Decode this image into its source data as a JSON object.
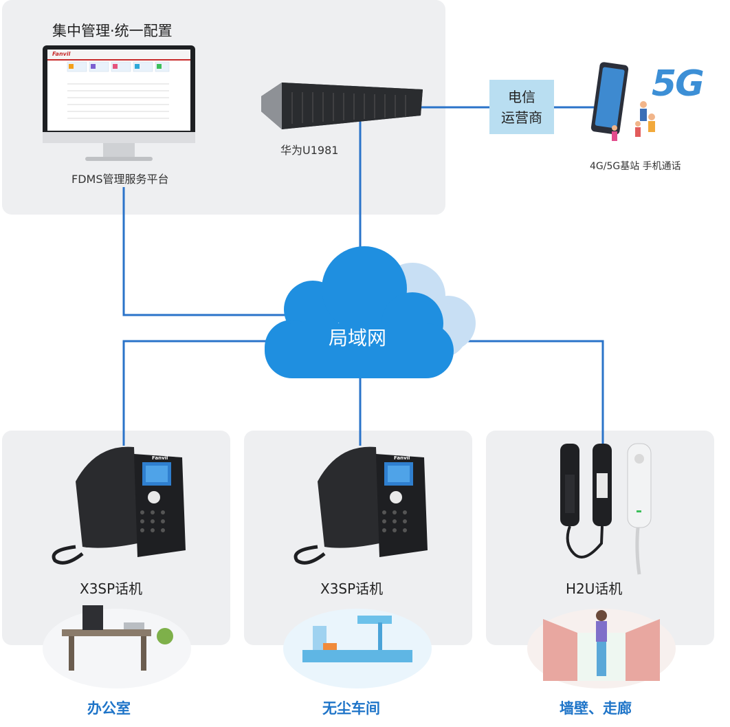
{
  "header": {
    "title": "集中管理·统一配置"
  },
  "monitor": {
    "brand": "Fanvil",
    "label": "FDMS管理服务平台"
  },
  "server": {
    "label": "华为U1981"
  },
  "carrier": {
    "line1": "电信",
    "line2": "运营商"
  },
  "mobile": {
    "badge": "5G",
    "label": "4G/5G基站 手机通话"
  },
  "cloud": {
    "label": "局域网"
  },
  "devices": [
    {
      "label": "X3SP话机",
      "brand": "Fanvil",
      "env": "办公室"
    },
    {
      "label": "X3SP话机",
      "brand": "Fanvil",
      "env": "无尘车间"
    },
    {
      "label": "H2U话机",
      "env": "墙壁、走廊"
    }
  ],
  "colors": {
    "line": "#2a73c9",
    "cloud": "#1f8fe0",
    "cloud_back": "#c8dff4",
    "panel": "#eeeff1",
    "env_text": "#1e74c8",
    "carrier_box": "#b9def1"
  }
}
